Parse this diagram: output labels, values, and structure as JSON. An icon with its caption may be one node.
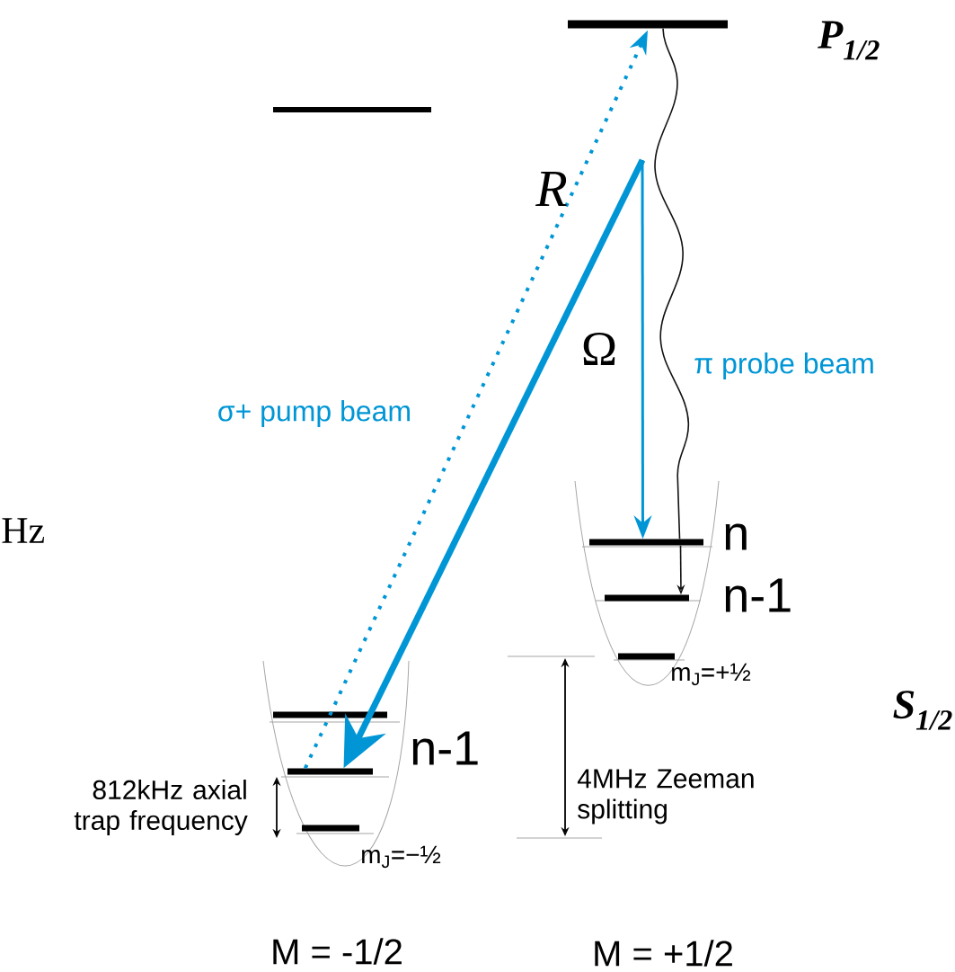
{
  "diagram": {
    "nodes": [
      {
        "text": [],
        "shape": "bar"
      },
      {
        "text": [],
        "shape": "bar"
      },
      {
        "text": [],
        "shape": "bar"
      },
      {
        "text": [],
        "shape": "bar"
      },
      {
        "text": [],
        "shape": "bar"
      },
      {
        "text": [],
        "shape": "bar"
      },
      {
        "text": [],
        "shape": "bar"
      },
      {
        "text": [],
        "shape": "bar"
      }
    ],
    "edges": [
      {
        "from": 6,
        "to": 0,
        "arrow": "to",
        "style": "dashed",
        "label": "σ+ pump beam"
      },
      {
        "from": null,
        "to": 6,
        "arrow": "to",
        "style": "thick"
      },
      {
        "from": null,
        "to": 2,
        "arrow": "to",
        "label": "π probe beam"
      },
      {
        "from": 0,
        "to": 2,
        "arrow": "none",
        "color": "#111111"
      },
      {
        "from": 2,
        "to": 3,
        "arrow": "to",
        "color": "#111111"
      }
    ],
    "labels": [
      "P$_{1/2}$",
      "R",
      "Ω",
      "Hz",
      "n",
      "n-1",
      "m$_{J}$=+½",
      "S$_{1/2}$",
      "n-1",
      "812kHz axial trap frequency",
      "4MHz Zeeman splitting",
      "m$_{J}$=−½",
      "M = -1/2",
      "M = +1/2"
    ]
  }
}
